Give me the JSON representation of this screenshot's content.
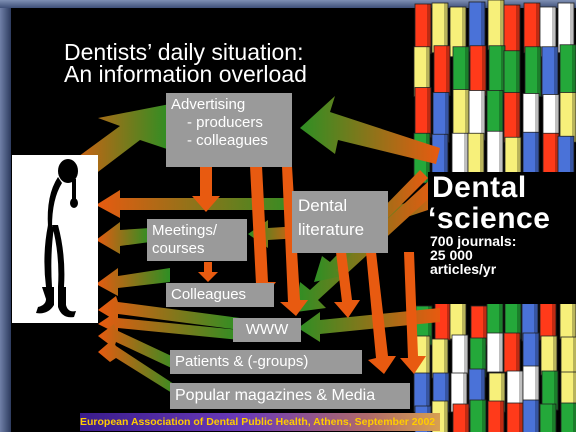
{
  "title": {
    "line1": "Dentists’ daily situation:",
    "line2": "An information overload"
  },
  "boxes": {
    "advertising": [
      "Advertising",
      "- producers",
      "- colleagues"
    ],
    "meetings": [
      "Meetings/",
      "courses"
    ],
    "dental_literature": [
      "Dental",
      "literature"
    ],
    "colleagues": "Colleagues",
    "www": "WWW",
    "patients": "Patients & (-groups)",
    "popular": "Popular magazines & Media"
  },
  "science": {
    "heading1": "Dental",
    "heading2": "‘science",
    "line1": "700 journals:",
    "line2": "25 000",
    "line3": "articles/yr"
  },
  "footer": "European Association of Dental Public Health, Athens, September 2002",
  "colors": {
    "box": "#9a9a9a",
    "arrow_green": "#3a9a2a",
    "arrow_orange": "#e05a10",
    "journal_colors": [
      "#ff3a1a",
      "#24a83a",
      "#f7f07a",
      "#4a72d8",
      "#ffffff"
    ]
  }
}
